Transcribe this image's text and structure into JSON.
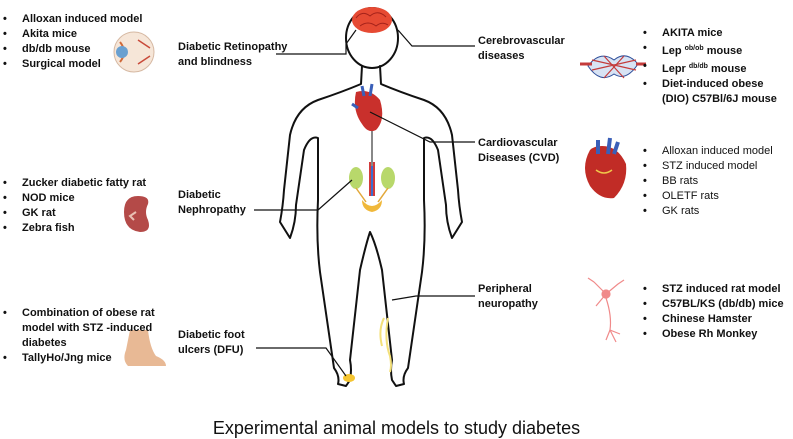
{
  "caption": "Experimental animal models to study diabetes",
  "conditions": {
    "retinopathy": [
      "Diabetic Retinopathy",
      "and blindness"
    ],
    "nephropathy": [
      "Diabetic",
      "Nephropathy"
    ],
    "dfu": [
      "Diabetic foot",
      "ulcers (DFU)"
    ],
    "cerebro": [
      "Cerebrovascular",
      "diseases"
    ],
    "cvd": [
      "Cardiovascular",
      "Diseases (CVD)"
    ],
    "neuropathy": [
      "Peripheral",
      "neuropathy"
    ]
  },
  "models": {
    "eye": [
      "Alloxan induced model",
      "Akita mice",
      "db/db mouse",
      "Surgical model"
    ],
    "kidney": [
      "Zucker diabetic fatty rat",
      "NOD mice",
      "GK rat",
      "Zebra fish"
    ],
    "foot": [
      "Combination of obese rat model with STZ -induced diabetes",
      "TallyHo/Jng mice"
    ],
    "brain": {
      "akita": "AKITA mice",
      "lep_base": "Lep ",
      "lep_sup": "ob/ob",
      "lep_tail": " mouse",
      "lepr_base": "Lepr ",
      "lepr_sup": "db/db",
      "lepr_tail": " mouse",
      "dio": "Diet-induced obese (DIO) C57Bl/6J mouse"
    },
    "heart": [
      "Alloxan induced model",
      "STZ induced model",
      "BB rats",
      "OLETF rats",
      "GK rats"
    ],
    "nerve": [
      "STZ induced rat model",
      "C57BL/KS (db/db) mice",
      "Chinese Hamster",
      "Obese Rh Monkey"
    ]
  }
}
